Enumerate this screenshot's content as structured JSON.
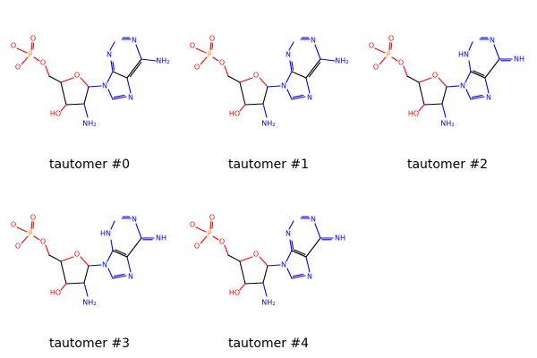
{
  "colors": {
    "bond": "#000000",
    "oxygen": "#ff0000",
    "nitrogen": "#0000ff",
    "phosphorus": "#ff8000"
  },
  "tautomers": [
    {
      "caption": "tautomer #0",
      "variant": "amino"
    },
    {
      "caption": "tautomer #1",
      "variant": "amino"
    },
    {
      "caption": "tautomer #2",
      "variant": "imino-N1H"
    },
    {
      "caption": "tautomer #3",
      "variant": "imino-N1H"
    },
    {
      "caption": "tautomer #4",
      "variant": "imino-N3H"
    }
  ],
  "atom_labels": {
    "phosphorus": "P",
    "oxygen": "O",
    "oxygen_minus": "O",
    "minus": "-",
    "hydroxyl": "HO",
    "amine": "NH",
    "amine_sub": "2",
    "nitrogen": "N",
    "imine": "NH",
    "ring_nh": "H"
  }
}
